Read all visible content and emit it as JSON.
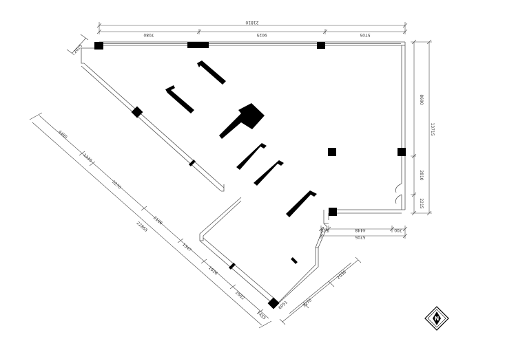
{
  "top_dimensions": {
    "overall": "21810",
    "segments": [
      "7080",
      "9025",
      "5705"
    ]
  },
  "right_dimensions": {
    "overall": "13715",
    "segments": [
      "8690",
      "2810",
      "2215"
    ]
  },
  "bottom_dimensions": {
    "overall": "5705",
    "segments": [
      "575",
      "4448",
      "700"
    ]
  },
  "left_upper_dimension": "2025",
  "diagonal_dimensions": {
    "overall": "22865",
    "segments": [
      "4495",
      "1335",
      "5270",
      "2106",
      "1347",
      "1926",
      "2602",
      "1455"
    ]
  },
  "lower_right_dimensions": [
    "6051",
    "3270",
    "2036"
  ],
  "north_arrow": {
    "label": "N",
    "icon": "compass-diamond-icon"
  },
  "colors": {
    "wall": "#555555",
    "column": "#000000",
    "dimension": "#333333"
  }
}
